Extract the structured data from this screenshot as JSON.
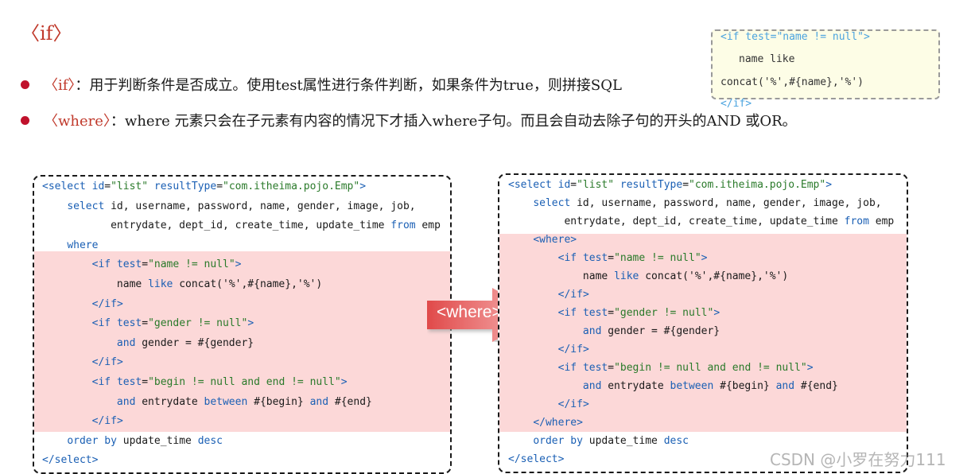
{
  "title": "〈if〉",
  "bullets": [
    {
      "tag": "〈if〉",
      "text": "：用于判断条件是否成立。使用test属性进行条件判断，如果条件为true，则拼接SQL"
    },
    {
      "tag": "〈where〉",
      "text": "：where 元素只会在子元素有内容的情况下才插入where子句。而且会自动去除子句的开头的AND 或OR。"
    }
  ],
  "note": {
    "line1": "<if  test=\"name != null\">",
    "line2": "name like",
    "line3": "concat('%',#{name},'%')",
    "line4": "</if>"
  },
  "left_code": [
    "<select id=\"list\" resultType=\"com.itheima.pojo.Emp\">",
    "    select id, username, password, name, gender, image, job,",
    "           entrydate, dept_id, create_time, update_time from emp",
    "    where",
    "        <if test=\"name != null\">",
    "            name like concat('%',#{name},'%')",
    "        </if>",
    "        <if test=\"gender != null\">",
    "            and gender = #{gender}",
    "        </if>",
    "        <if test=\"begin != null and end != null\">",
    "            and entrydate between #{begin} and #{end}",
    "        </if>",
    "    order by update_time desc",
    "</select>"
  ],
  "right_code": [
    "<select id=\"list\" resultType=\"com.itheima.pojo.Emp\">",
    "    select id, username, password, name, gender, image, job,",
    "         entrydate, dept_id, create_time, update_time from emp",
    "    <where>",
    "        <if test=\"name != null\">",
    "            name like concat('%',#{name},'%')",
    "        </if>",
    "        <if test=\"gender != null\">",
    "            and gender = #{gender}",
    "        </if>",
    "        <if test=\"begin != null and end != null\">",
    "            and entrydate between #{begin} and #{end}",
    "        </if>",
    "    </where>",
    "    order by update_time desc",
    "</select>"
  ],
  "arrow_label": "<where>",
  "watermark": "CSDN @小罗在努力111",
  "colors": {
    "accent_red": "#c0392b",
    "highlight_pink": "#fcd8d8",
    "keyword_blue": "#1a5fb4",
    "string_green": "#2a7a2a",
    "note_bg": "#fdfde6"
  }
}
